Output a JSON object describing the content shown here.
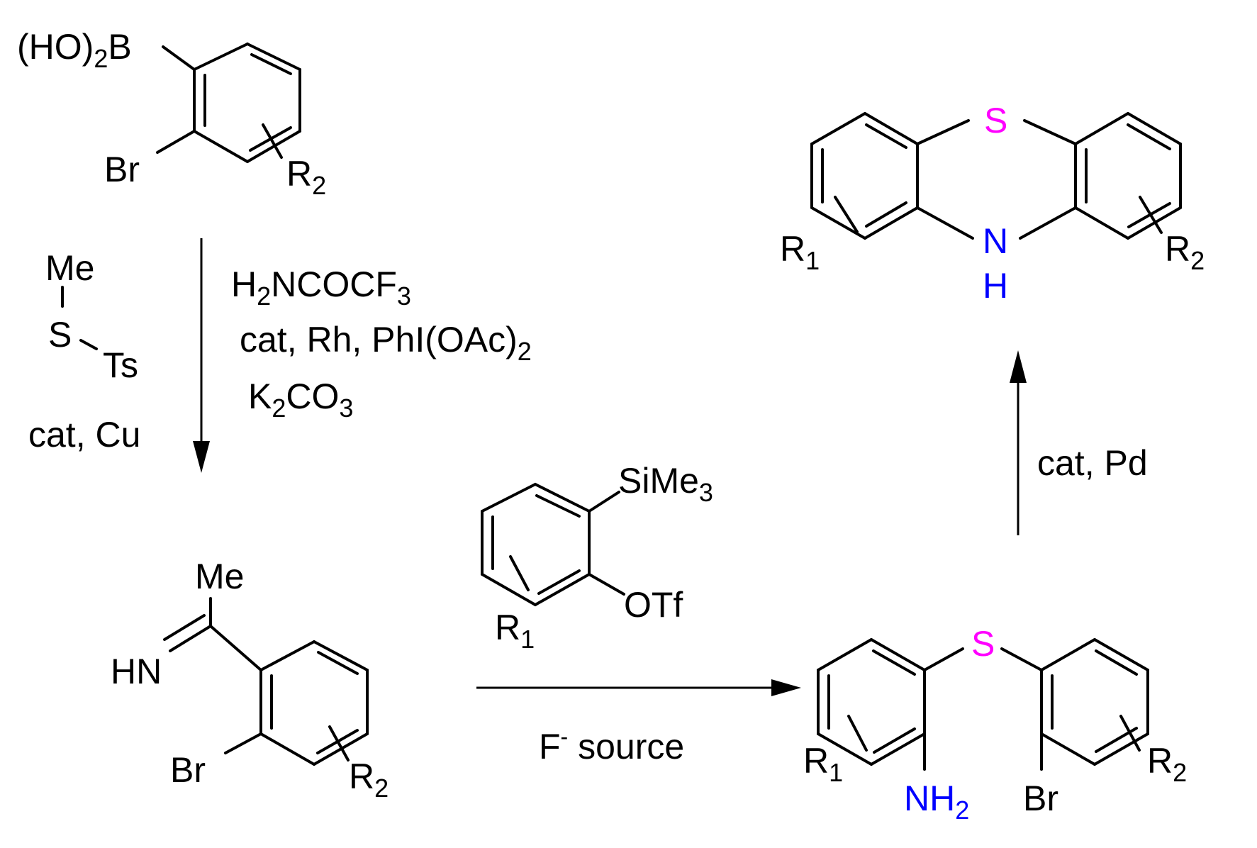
{
  "colors": {
    "bond": "#000000",
    "sulfur": "#ff00ff",
    "nitrogen": "#0000ff"
  },
  "start": {
    "boronic_pre": "(HO)",
    "boronic_sub": "2",
    "boronic_post": "B",
    "br": "Br",
    "r_main": "R",
    "r_sub": "2"
  },
  "reagents_left": {
    "me": "Me",
    "s": "S",
    "ts": "Ts",
    "cat": "cat, Cu"
  },
  "reagents_right": {
    "line1_a": "H",
    "line1_sub1": "2",
    "line1_b": "NCOCF",
    "line1_sub2": "3",
    "line2_a": "cat, Rh, PhI(OAc)",
    "line2_sub": "2",
    "line3_a": "K",
    "line3_sub1": "2",
    "line3_b": "CO",
    "line3_sub2": "3"
  },
  "imine": {
    "me": "Me",
    "hn": "HN",
    "br": "Br",
    "r_main": "R",
    "r_sub": "2"
  },
  "aryne": {
    "sime_main": "SiMe",
    "sime_sub": "3",
    "otf": "OTf",
    "r_main": "R",
    "r_sub": "1"
  },
  "f_source": {
    "f": "F",
    "f_sup": "-",
    "rest": " source"
  },
  "sulfide": {
    "s": "S",
    "nh_main": "NH",
    "nh_sub": "2",
    "br": "Br",
    "r1_main": "R",
    "r1_sub": "1",
    "r2_main": "R",
    "r2_sub": "2"
  },
  "pd_step": "cat, Pd",
  "phenothiazine": {
    "s": "S",
    "n": "N",
    "h": "H",
    "r1_main": "R",
    "r1_sub": "1",
    "r2_main": "R",
    "r2_sub": "2"
  }
}
